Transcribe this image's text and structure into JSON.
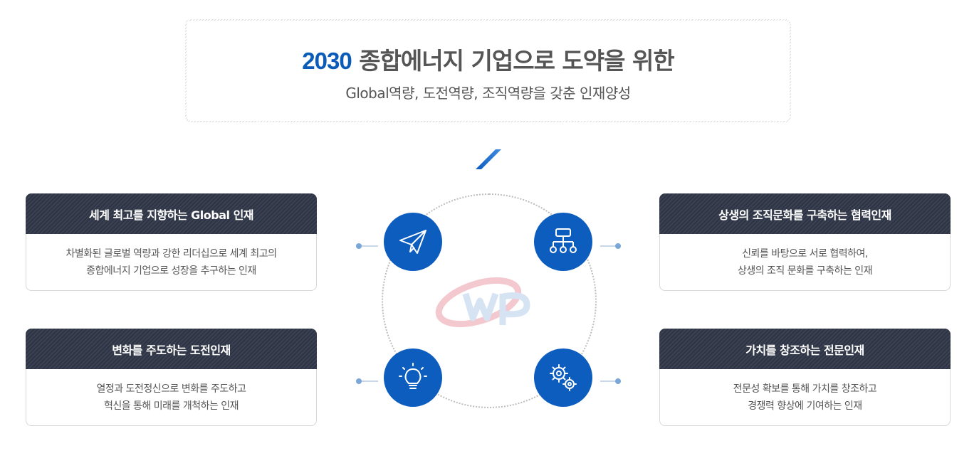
{
  "header": {
    "year": "2030",
    "title": "종합에너지 기업으로 도약을 위한",
    "subtitle": "Global역량, 도전역량, 조직역량을 갖춘 인재양성"
  },
  "colors": {
    "accent": "#0d5dbf",
    "card_head": "#2e3443",
    "text": "#555555"
  },
  "cards": [
    {
      "title": "세계 최고를 지향하는 Global 인재",
      "lines": [
        "차별화된 글로벌 역량과 강한 리더십으로 세계 최고의",
        "종합에너지 기업으로 성장을 추구하는 인재"
      ],
      "icon": "paper-plane-icon"
    },
    {
      "title": "상생의 조직문화를 구축하는 협력인재",
      "lines": [
        "신뢰를 바탕으로 서로 협력하여,",
        "상생의 조직 문화를 구축하는 인재"
      ],
      "icon": "org-chart-icon"
    },
    {
      "title": "변화를 주도하는 도전인재",
      "lines": [
        "열정과 도전정신으로 변화를 주도하고",
        "혁신을 통해 미래를 개척하는 인재"
      ],
      "icon": "lightbulb-icon"
    },
    {
      "title": "가치를 창조하는 전문인재",
      "lines": [
        "전문성 확보를 통해 가치를 창조하고",
        "경쟁력 향상에 기여하는 인재"
      ],
      "icon": "gears-icon"
    }
  ]
}
